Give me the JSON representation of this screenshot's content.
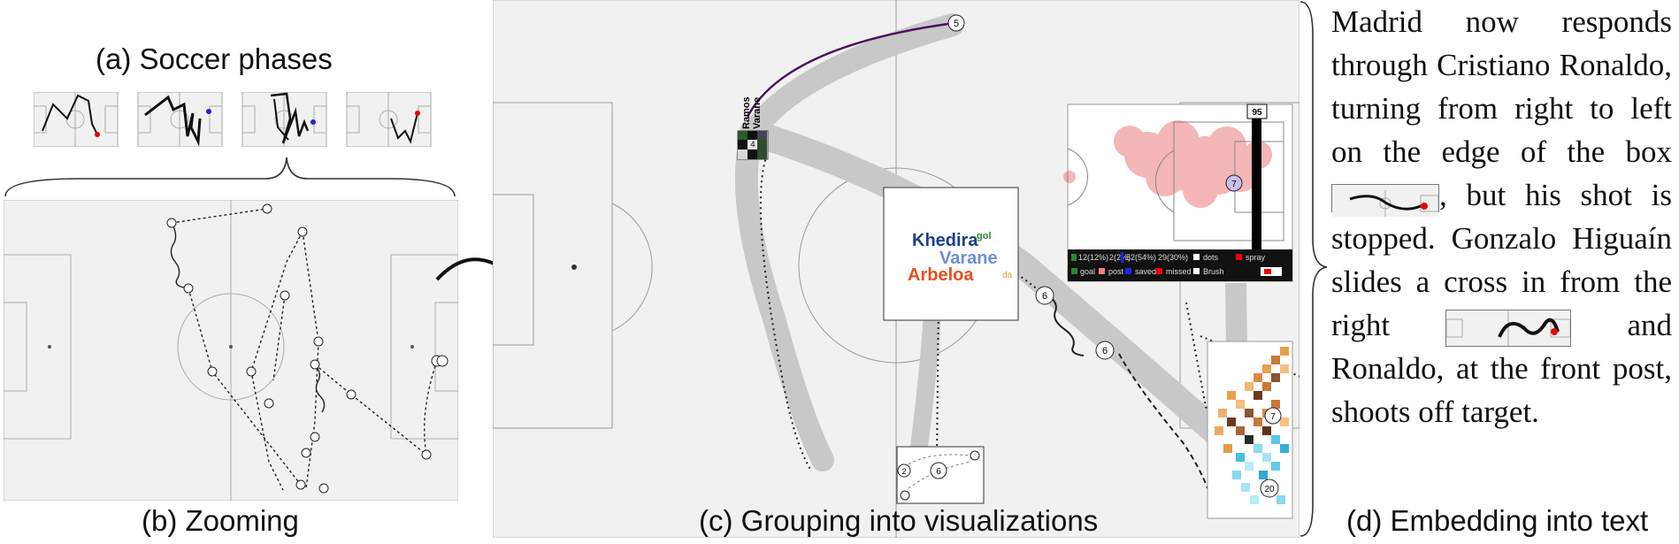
{
  "captions": {
    "a": "(a) Soccer phases",
    "b": "(b) Zooming",
    "c": "(c) Grouping into visualizations",
    "d": "(d) Embedding into text"
  },
  "players": {
    "khedira": "Khedira",
    "varane": "Varane",
    "arbeloa": "Arbeloa",
    "ramos": "Ramos",
    "varane_small": "Varane",
    "gol": "gol",
    "da": "da"
  },
  "node_labels": {
    "n5": "5",
    "n4": "4",
    "n6a": "6",
    "n6b": "6",
    "n6c": "6",
    "n2": "2",
    "n7": "7",
    "n7b": "7",
    "n20": "20",
    "n95": "95"
  },
  "shot_legend": {
    "row1": [
      "12(12%)",
      "2(2%)",
      "52(54%)",
      "29(30%)",
      "dots",
      "spray"
    ],
    "row2": [
      "goal",
      "post",
      "saved",
      "missed",
      "Brush"
    ]
  },
  "story_text": {
    "s1": "Madrid now responds through Cristiano Ronaldo, turning from right to left on the edge of the box",
    "s2": ", but his shot is stopped. Gonzalo Higuaín slides a cross in from the right",
    "s3": "and Ronaldo, at the front post, shoots off target."
  },
  "colors": {
    "pitch": "#f1f1f1",
    "pitch_line": "#9a9a9a",
    "highlight_path": "#c8c8c8",
    "heat": "#e23030",
    "khedira": "#1b3f8a",
    "varane": "#6f8fd0",
    "arbeloa": "#e8501e",
    "gol": "#2a8a2a",
    "purple_pass": "#4b1060",
    "shot_bar": "#000000"
  },
  "icons": [
    "curly-brace-icon",
    "arrow-icon",
    "mini-pitch-icon"
  ]
}
